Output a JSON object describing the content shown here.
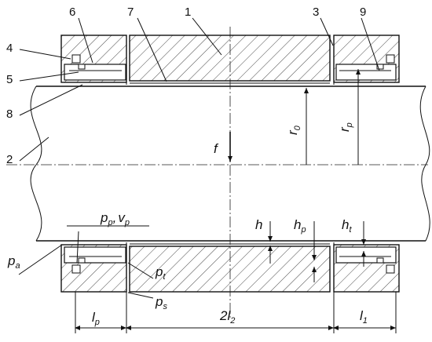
{
  "figure": {
    "part_numbers": [
      "1",
      "2",
      "3",
      "4",
      "5",
      "6",
      "7",
      "8",
      "9"
    ],
    "symbols": {
      "f": "f",
      "r0": {
        "base": "r",
        "sub": "0"
      },
      "rp": {
        "base": "r",
        "sub": "p"
      },
      "h": "h",
      "hp": {
        "base": "h",
        "sub": "p"
      },
      "ht": {
        "base": "h",
        "sub": "t"
      },
      "pp": {
        "base": "p",
        "sub": "p"
      },
      "vp": {
        "base": "v",
        "sub": "p"
      },
      "pa": {
        "base": "p",
        "sub": "a"
      },
      "pt": {
        "base": "p",
        "sub": "t"
      },
      "ps": {
        "base": "p",
        "sub": "s"
      },
      "lp": {
        "base": "l",
        "sub": "p"
      },
      "two_l2": {
        "prefix": "2",
        "base": "l",
        "sub": "2"
      },
      "l1": {
        "base": "l",
        "sub": "1"
      },
      "comma": ","
    }
  }
}
